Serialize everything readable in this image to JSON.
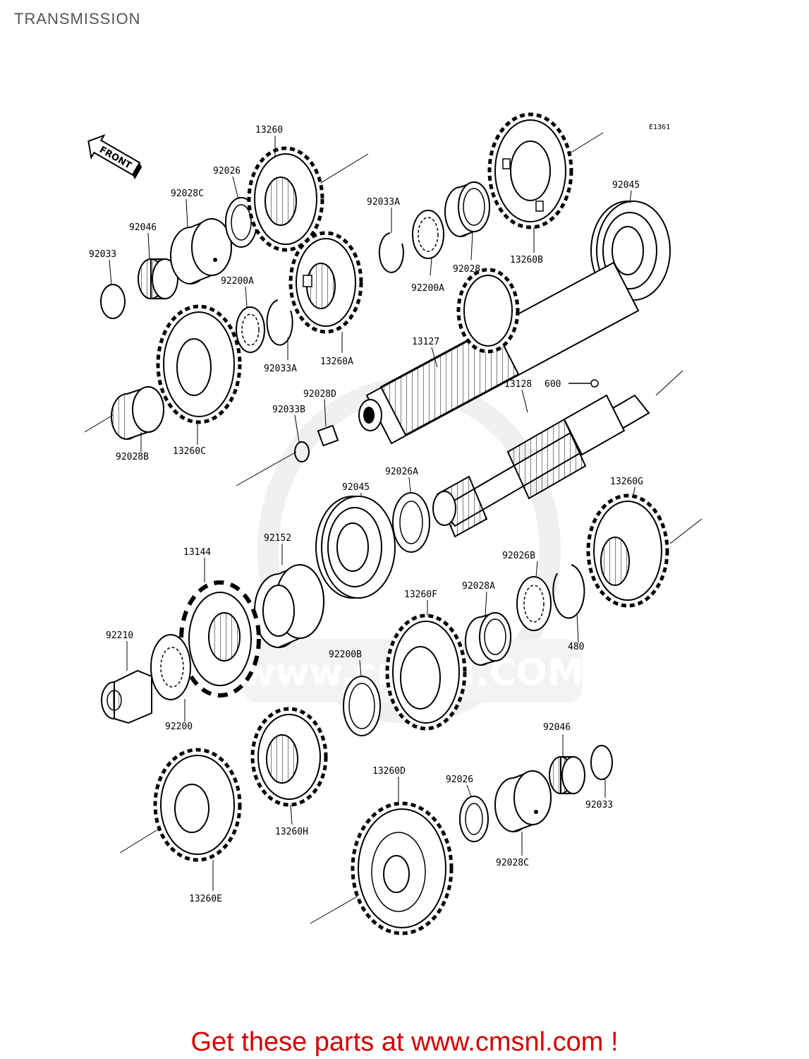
{
  "page": {
    "title": "TRANSMISSION",
    "diagram_code": "E1361",
    "footer_text": "Get these parts at www.cmsnl.com !",
    "watermark": "www.cmsnl.COM"
  },
  "front_marker": {
    "text": "FRONT"
  },
  "colors": {
    "footer": "#d40000",
    "title": "#555555",
    "lines": "#000000",
    "watermark": "#e8e8e8"
  },
  "parts": [
    {
      "id": "p13260",
      "label": "13260"
    },
    {
      "id": "p92026",
      "label": "92026"
    },
    {
      "id": "p92028C",
      "label": "92028C"
    },
    {
      "id": "p92046",
      "label": "92046"
    },
    {
      "id": "p92033",
      "label": "92033"
    },
    {
      "id": "p92033A1",
      "label": "92033A"
    },
    {
      "id": "p92200A1",
      "label": "92200A"
    },
    {
      "id": "p92028",
      "label": "92028"
    },
    {
      "id": "p13260B",
      "label": "13260B"
    },
    {
      "id": "p92045a",
      "label": "92045"
    },
    {
      "id": "p92200A2",
      "label": "92200A"
    },
    {
      "id": "p92033A2",
      "label": "92033A"
    },
    {
      "id": "p13260A",
      "label": "13260A"
    },
    {
      "id": "p13127",
      "label": "13127"
    },
    {
      "id": "p92028D",
      "label": "92028D"
    },
    {
      "id": "p92033B",
      "label": "92033B"
    },
    {
      "id": "p13260C",
      "label": "13260C"
    },
    {
      "id": "p92028B",
      "label": "92028B"
    },
    {
      "id": "p600",
      "label": "600"
    },
    {
      "id": "p13128",
      "label": "13128"
    },
    {
      "id": "p92026A",
      "label": "92026A"
    },
    {
      "id": "p92045b",
      "label": "92045"
    },
    {
      "id": "p13260G",
      "label": "13260G"
    },
    {
      "id": "p92152",
      "label": "92152"
    },
    {
      "id": "p13144",
      "label": "13144"
    },
    {
      "id": "p92026B",
      "label": "92026B"
    },
    {
      "id": "p92028A",
      "label": "92028A"
    },
    {
      "id": "p13260F",
      "label": "13260F"
    },
    {
      "id": "p480",
      "label": "480"
    },
    {
      "id": "p92210",
      "label": "92210"
    },
    {
      "id": "p92200B",
      "label": "92200B"
    },
    {
      "id": "p92200",
      "label": "92200"
    },
    {
      "id": "p92046b",
      "label": "92046"
    },
    {
      "id": "p13260D",
      "label": "13260D"
    },
    {
      "id": "p92026b",
      "label": "92026"
    },
    {
      "id": "p92033b",
      "label": "92033"
    },
    {
      "id": "p13260H",
      "label": "13260H"
    },
    {
      "id": "p92028Cb",
      "label": "92028C"
    },
    {
      "id": "p13260E",
      "label": "13260E"
    }
  ]
}
